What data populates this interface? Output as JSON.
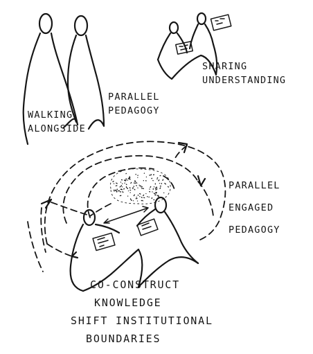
{
  "labels": {
    "walking_alongside": [
      "WALKING",
      "ALONGSIDE"
    ],
    "parallel_pedagogy": [
      "PARALLEL",
      "PEDAGOGY"
    ],
    "sharing_understanding": [
      "SHARING",
      "UNDERSTANDING"
    ],
    "parallel_engaged_pedagogy": [
      "PARALLEL",
      "ENGAGED",
      "PEDAGOGY"
    ],
    "co_construct": [
      "CO-CONSTRUCT",
      "KNOWLEDGE",
      "SHIFT INSTITUTIONAL",
      "BOUNDARIES"
    ]
  },
  "ink_color": "#161616"
}
